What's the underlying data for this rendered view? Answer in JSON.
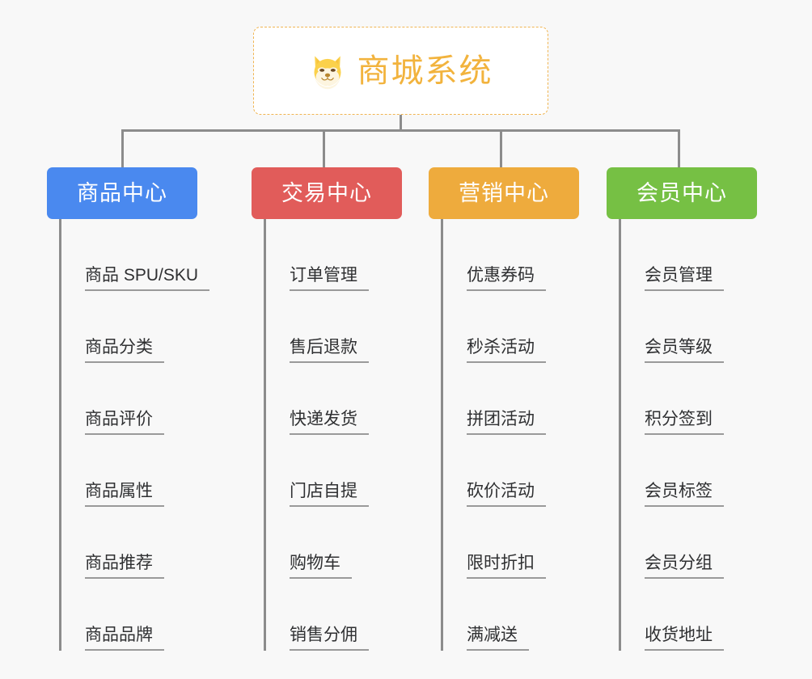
{
  "background_color": "#f8f8f8",
  "root": {
    "title": "商城系统",
    "icon_name": "shiba-dog-face-icon",
    "title_color": "#f2b33d",
    "border_color": "#f0b552"
  },
  "connector_color": "#8c8c8c",
  "branches": [
    {
      "title": "商品中心",
      "color": "#4a89ef",
      "items": [
        "商品 SPU/SKU",
        "商品分类",
        "商品评价",
        "商品属性",
        "商品推荐",
        "商品品牌"
      ]
    },
    {
      "title": "交易中心",
      "color": "#e15c5a",
      "items": [
        "订单管理",
        "售后退款",
        "快递发货",
        "门店自提",
        "购物车",
        "销售分佣"
      ]
    },
    {
      "title": "营销中心",
      "color": "#eeab3d",
      "items": [
        "优惠券码",
        "秒杀活动",
        "拼团活动",
        "砍价活动",
        "限时折扣",
        "满减送"
      ]
    },
    {
      "title": "会员中心",
      "color": "#76c044",
      "items": [
        "会员管理",
        "会员等级",
        "积分签到",
        "会员标签",
        "会员分组",
        "收货地址"
      ]
    }
  ]
}
